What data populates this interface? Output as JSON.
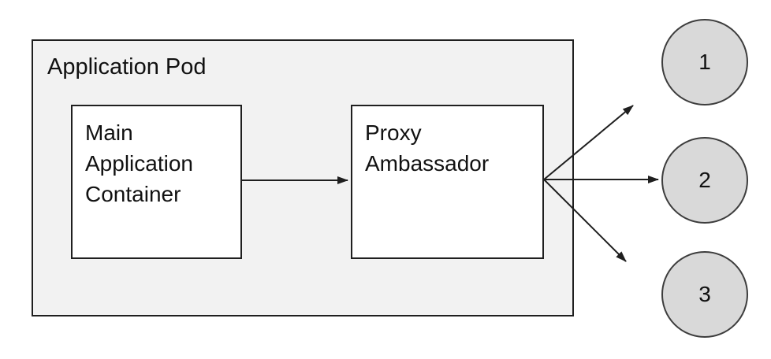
{
  "pod": {
    "label": "Application Pod"
  },
  "nodes": {
    "main": {
      "label": "Main Application Container"
    },
    "proxy": {
      "label": "Proxy Ambassador"
    }
  },
  "endpoints": [
    {
      "label": "1"
    },
    {
      "label": "2"
    },
    {
      "label": "3"
    }
  ],
  "edges": [
    {
      "from": "main-application-container",
      "to": "proxy-ambassador"
    },
    {
      "from": "proxy-ambassador",
      "to": "endpoint-1"
    },
    {
      "from": "proxy-ambassador",
      "to": "endpoint-2"
    },
    {
      "from": "proxy-ambassador",
      "to": "endpoint-3"
    }
  ],
  "colors": {
    "pod_fill": "#f2f2f2",
    "pod_border": "#1f1f1f",
    "node_fill": "#ffffff",
    "node_border": "#1f1f1f",
    "endpoint_fill": "#d9d9d9",
    "endpoint_border": "#3d3d3d",
    "arrow": "#1f1f1f",
    "text": "#111111"
  }
}
